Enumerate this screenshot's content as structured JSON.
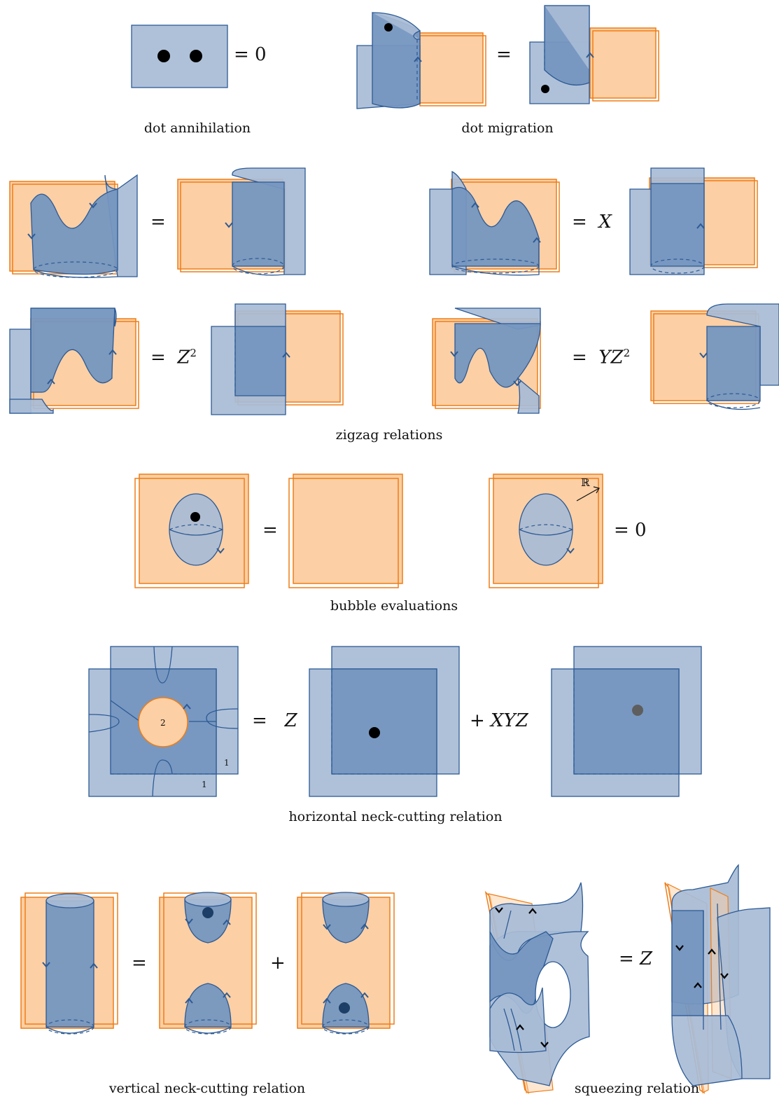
{
  "colors": {
    "blue_fill": "#a8bcd6",
    "blue_dark": "#7596c0",
    "blue_stroke": "#2c5a94",
    "orange_fill": "#fdcfa4",
    "orange_stroke": "#ee7d17",
    "dot": "#000000",
    "gray_dot": "#5e5e5e"
  },
  "captions": {
    "dot_annihilation": "dot annihilation",
    "dot_migration": "dot migration",
    "zigzag": "zigzag relations",
    "bubble": "bubble evaluations",
    "horizontal_neck": "horizontal neck-cutting relation",
    "vertical_neck": "vertical neck-cutting relation",
    "squeezing": "squeezing relation"
  },
  "equations": {
    "dot_annihilation_rhs": "= 0",
    "dot_migration_eq": "=",
    "zigzag1_eq": "=",
    "zigzag2_eq": "=",
    "zigzag2_coef": "X",
    "zigzag3_eq": "=",
    "zigzag3_coef": "Z",
    "zigzag3_exp": "2",
    "zigzag4_eq": "=",
    "zigzag4_coef": "YZ",
    "zigzag4_exp": "2",
    "bubble1_eq": "=",
    "bubble2_rhs": "= 0",
    "hneck_eq": "=",
    "hneck_coef1": "Z",
    "hneck_coef2": "+ XYZ",
    "vneck_eq": "=",
    "vneck_plus": "+",
    "squeeze_rhs": "= Z"
  },
  "labels": {
    "disk_label": "2",
    "corner_label_1": "1",
    "corner_label_2": "1",
    "reals": "ℝ"
  }
}
